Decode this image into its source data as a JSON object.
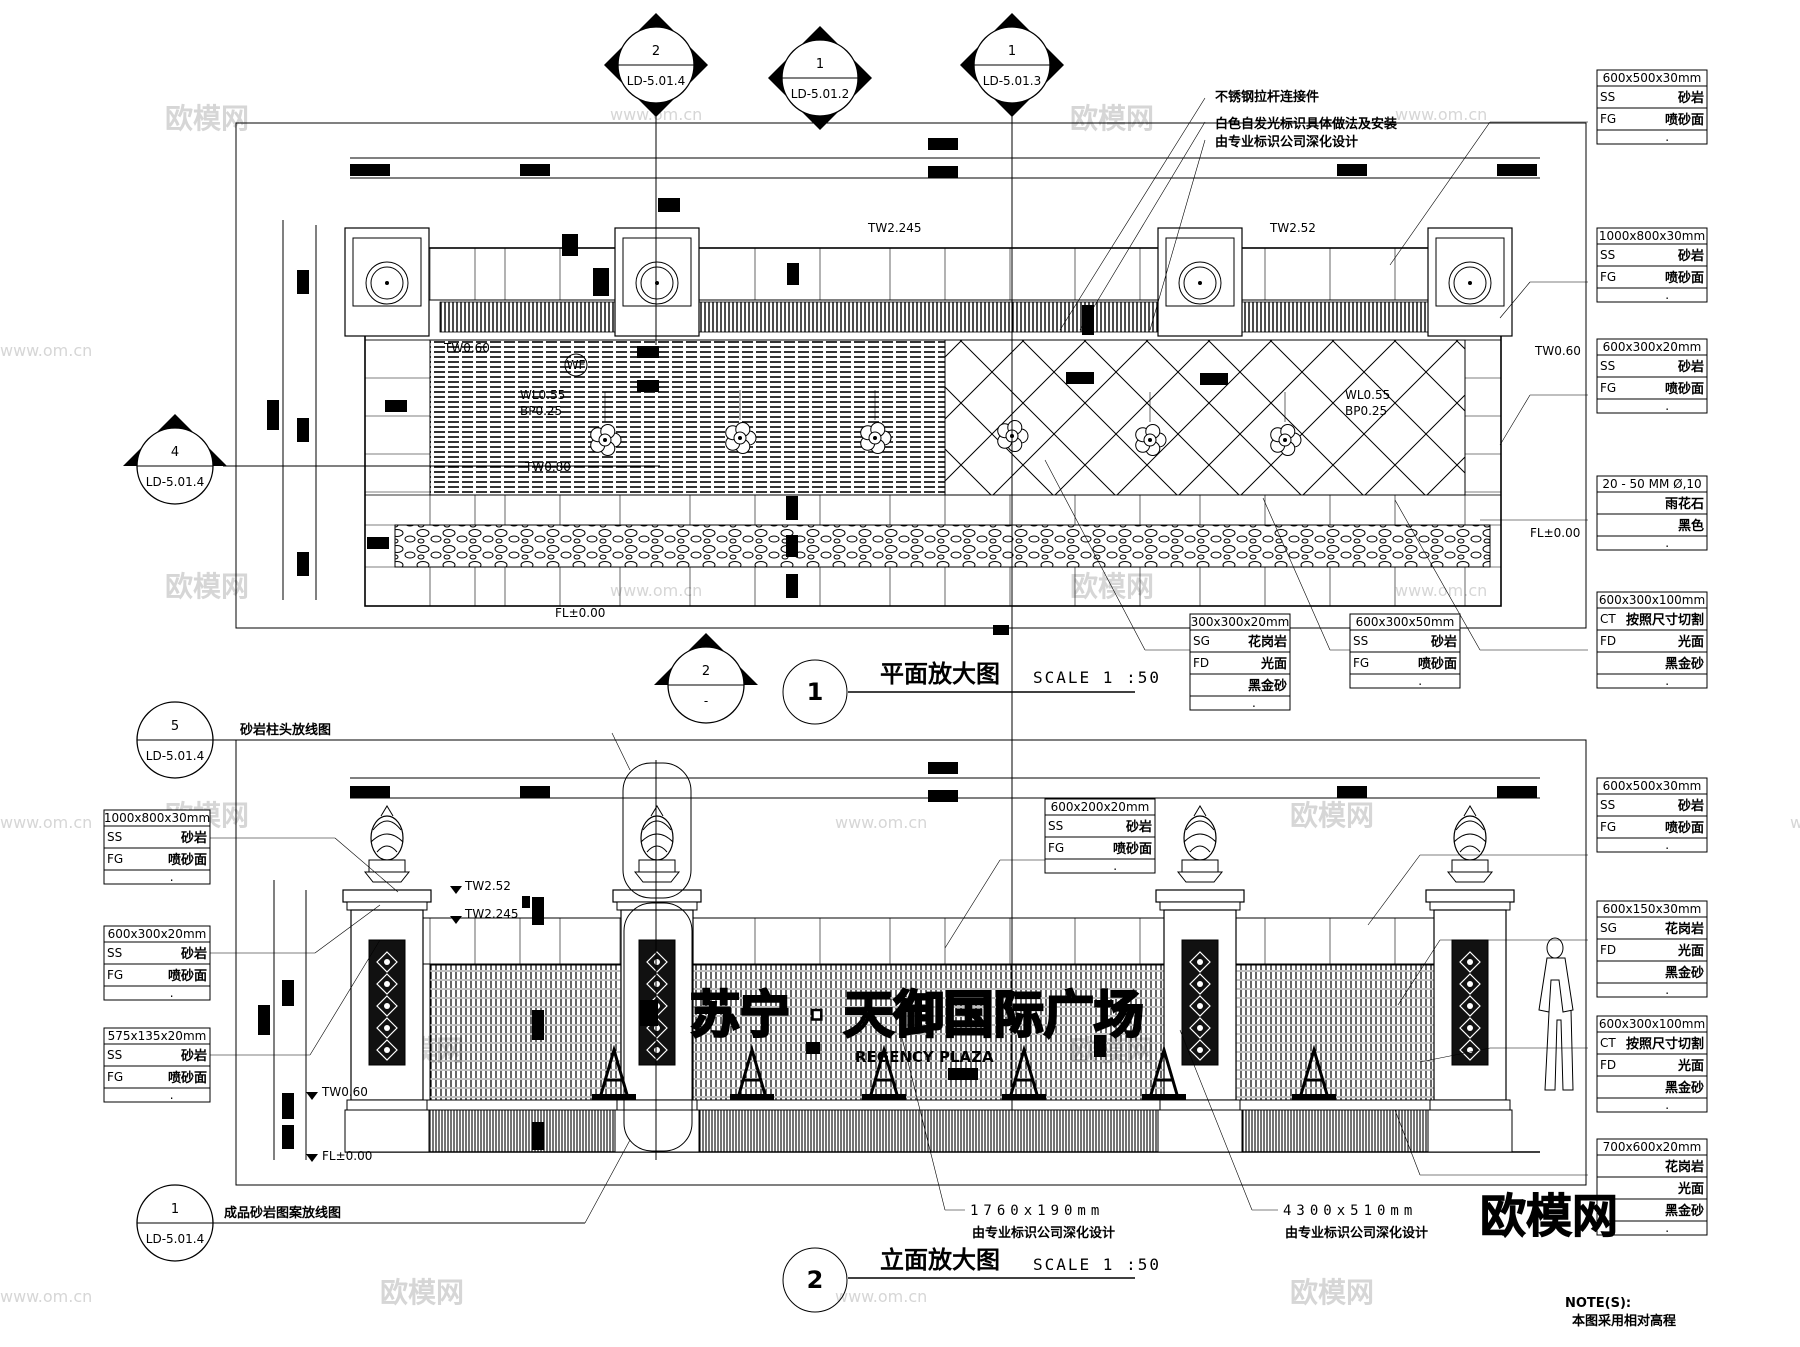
{
  "watermark": {
    "text": "欧模网",
    "url": "www.om.cn",
    "brand": "欧模网"
  },
  "plan": {
    "title": "平面放大图",
    "scale": "SCALE 1 :50",
    "number": "1",
    "notes": [
      "不锈钢拉杆连接件",
      "白色自发光标识具体做法及安装",
      "由专业标识公司深化设计"
    ],
    "levels": [
      "TW2.245",
      "TW2.52",
      "TW0.60",
      "TW0.60",
      "WL0.55",
      "BP0.25",
      "WL0.55",
      "BP0.25",
      "TW0.80",
      "FL±0.00",
      "FL±0.00"
    ],
    "wf_label": "WF"
  },
  "elevation": {
    "title": "立面放大图",
    "scale": "SCALE 1 :50",
    "number": "2",
    "column_head_note": "砂岩柱头放线图",
    "pattern_note": "成品砂岩图案放线图",
    "sign_cn": "苏宁 · 天御国际广场",
    "sign_en": "REGENCY PLAZA",
    "levels": [
      "TW2.52",
      "TW2.245",
      "TW0.60",
      "FL±0.00"
    ],
    "sign_dims": [
      {
        "dim": "1760x190mm",
        "note": "由专业标识公司深化设计"
      },
      {
        "dim": "4300x510mm",
        "note": "由专业标识公司深化设计"
      }
    ]
  },
  "callouts": [
    {
      "num": "2",
      "ref": "LD-5.01.4"
    },
    {
      "num": "1",
      "ref": "LD-5.01.2"
    },
    {
      "num": "1",
      "ref": "LD-5.01.3"
    },
    {
      "num": "4",
      "ref": "LD-5.01.4"
    },
    {
      "num": "2",
      "ref": "-"
    },
    {
      "num": "5",
      "ref": "LD-5.01.4"
    },
    {
      "num": "1",
      "ref": "LD-5.01.4"
    }
  ],
  "material_tables": {
    "plan_r1": {
      "head": "600x500x30mm",
      "rows": [
        [
          "SS",
          "砂岩"
        ],
        [
          "FG",
          "喷砂面"
        ]
      ]
    },
    "plan_r2": {
      "head": "1000x800x30mm",
      "rows": [
        [
          "SS",
          "砂岩"
        ],
        [
          "FG",
          "喷砂面"
        ]
      ]
    },
    "plan_r3": {
      "head": "600x300x20mm",
      "rows": [
        [
          "SS",
          "砂岩"
        ],
        [
          "FG",
          "喷砂面"
        ]
      ]
    },
    "plan_r4": {
      "head": "20 - 50 MM Ø,10",
      "rows": [
        [
          "",
          "雨花石"
        ],
        [
          "",
          "黑色"
        ]
      ]
    },
    "plan_r5": {
      "head": "600x300x100mm",
      "rows": [
        [
          "CT",
          "按照尺寸切割"
        ],
        [
          "FD",
          "光面"
        ],
        [
          "",
          "黑金砂"
        ]
      ]
    },
    "plan_b1": {
      "head": "300x300x20mm",
      "rows": [
        [
          "SG",
          "花岗岩"
        ],
        [
          "FD",
          "光面"
        ],
        [
          "",
          "黑金砂"
        ]
      ]
    },
    "plan_b2": {
      "head": "600x300x50mm",
      "rows": [
        [
          "SS",
          "砂岩"
        ],
        [
          "FG",
          "喷砂面"
        ]
      ]
    },
    "elev_l1": {
      "head": "1000x800x30mm",
      "rows": [
        [
          "SS",
          "砂岩"
        ],
        [
          "FG",
          "喷砂面"
        ]
      ]
    },
    "elev_l2": {
      "head": "600x300x20mm",
      "rows": [
        [
          "SS",
          "砂岩"
        ],
        [
          "FG",
          "喷砂面"
        ]
      ]
    },
    "elev_l3": {
      "head": "575x135x20mm",
      "rows": [
        [
          "SS",
          "砂岩"
        ],
        [
          "FG",
          "喷砂面"
        ]
      ]
    },
    "elev_c1": {
      "head": "600x200x20mm",
      "rows": [
        [
          "SS",
          "砂岩"
        ],
        [
          "FG",
          "喷砂面"
        ]
      ]
    },
    "elev_r1": {
      "head": "600x500x30mm",
      "rows": [
        [
          "SS",
          "砂岩"
        ],
        [
          "FG",
          "喷砂面"
        ]
      ]
    },
    "elev_r2": {
      "head": "600x150x30mm",
      "rows": [
        [
          "SG",
          "花岗岩"
        ],
        [
          "FD",
          "光面"
        ],
        [
          "",
          "黑金砂"
        ]
      ]
    },
    "elev_r3": {
      "head": "600x300x100mm",
      "rows": [
        [
          "CT",
          "按照尺寸切割"
        ],
        [
          "FD",
          "光面"
        ],
        [
          "",
          "黑金砂"
        ]
      ]
    },
    "elev_r4": {
      "head": "700x600x20mm",
      "rows": [
        [
          "",
          "花岗岩"
        ],
        [
          "",
          "光面"
        ],
        [
          "",
          "黑金砂"
        ]
      ]
    }
  },
  "footer": {
    "note_label": "NOTE(S):",
    "note_text": "本图采用相对高程"
  }
}
